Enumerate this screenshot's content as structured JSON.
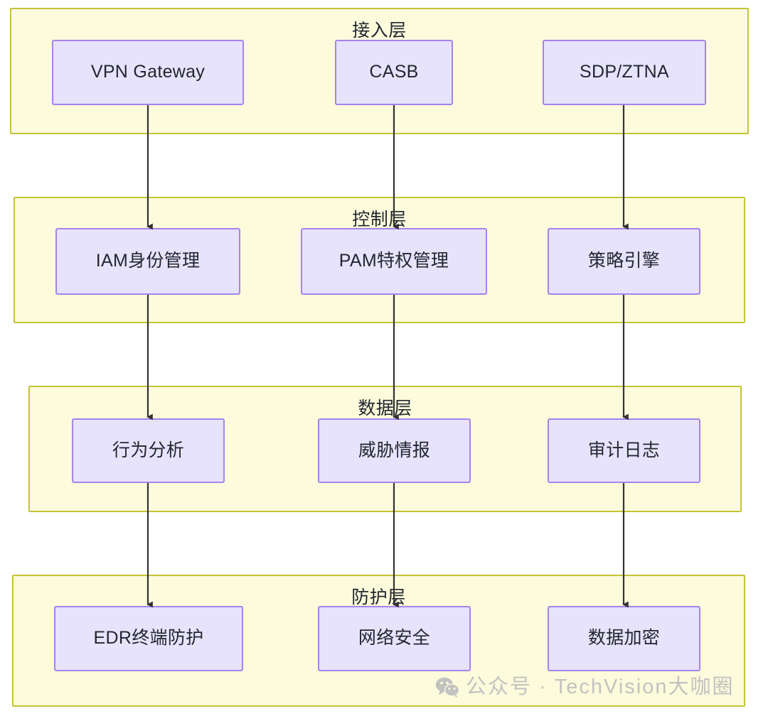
{
  "diagram": {
    "type": "layered-architecture-flowchart",
    "title_present": false,
    "colors": {
      "layer_fill": "#FCFBDC",
      "layer_border": "#C5C435",
      "node_fill": "#E7E3FC",
      "node_border": "#A484EC",
      "text": "#22272F",
      "edge": "#333333",
      "watermark": "#BFBFBF",
      "background": "#FFFFFF"
    },
    "layers": [
      {
        "id": "access",
        "title": "接入层",
        "nodes": [
          {
            "id": "vpn",
            "label": "VPN Gateway"
          },
          {
            "id": "casb",
            "label": "CASB"
          },
          {
            "id": "sdp",
            "label": "SDP/ZTNA"
          }
        ]
      },
      {
        "id": "control",
        "title": "控制层",
        "nodes": [
          {
            "id": "iam",
            "label": "IAM身份管理"
          },
          {
            "id": "pam",
            "label": "PAM特权管理"
          },
          {
            "id": "policy",
            "label": "策略引擎"
          }
        ]
      },
      {
        "id": "data",
        "title": "数据层",
        "nodes": [
          {
            "id": "behavior",
            "label": "行为分析"
          },
          {
            "id": "threat",
            "label": "威胁情报"
          },
          {
            "id": "audit",
            "label": "审计日志"
          }
        ]
      },
      {
        "id": "protect",
        "title": "防护层",
        "nodes": [
          {
            "id": "edr",
            "label": "EDR终端防护"
          },
          {
            "id": "network",
            "label": "网络安全"
          },
          {
            "id": "crypto",
            "label": "数据加密"
          }
        ]
      }
    ],
    "edges": [
      {
        "from": "vpn",
        "to": "iam",
        "arrow": "down"
      },
      {
        "from": "casb",
        "to": "pam",
        "arrow": "down"
      },
      {
        "from": "sdp",
        "to": "policy",
        "arrow": "down"
      },
      {
        "from": "iam",
        "to": "behavior",
        "arrow": "down"
      },
      {
        "from": "pam",
        "to": "threat",
        "arrow": "down"
      },
      {
        "from": "policy",
        "to": "audit",
        "arrow": "down"
      },
      {
        "from": "behavior",
        "to": "edr",
        "arrow": "down"
      },
      {
        "from": "threat",
        "to": "network",
        "arrow": "down"
      },
      {
        "from": "audit",
        "to": "crypto",
        "arrow": "down"
      }
    ]
  },
  "watermark": {
    "icon": "wechat-icon",
    "text": "公众号 · TechVision大咖圈"
  }
}
